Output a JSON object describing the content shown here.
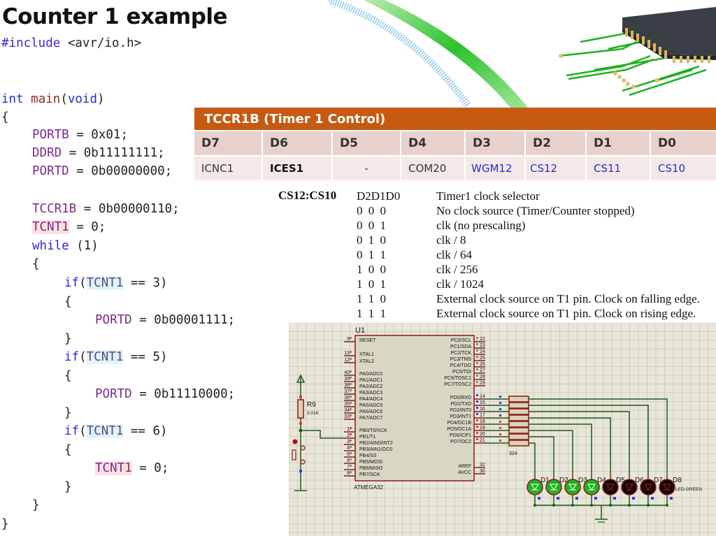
{
  "title": "Counter 1 example",
  "code": {
    "include": "#include",
    "include_file": "<avr/io.h>",
    "main_kw": "int",
    "main_fn": "main",
    "main_args_open": "(",
    "main_void": "void",
    "main_args_close": ")",
    "brace_open": "{",
    "brace_close": "}",
    "portb": "PORTB",
    "portb_val": " = 0x01;",
    "ddrd": "DDRD",
    "ddrd_val": " = 0b11111111;",
    "portd": "PORTD",
    "portd_init": " = 0b00000000;",
    "tccr1b": "TCCR1B",
    "tccr1b_val": " = 0b00000110;",
    "tcnt1": "TCNT1",
    "tcnt1_init": " = 0;",
    "while_kw": "while",
    "while_cond": " (1)",
    "if_kw": "if",
    "paren_open": "(",
    "cond_3": " == 3)",
    "cond_5": " == 5)",
    "cond_6": " == 6)",
    "portd_val_1": " = 0b00001111;",
    "portd_val_2": " = 0b11110000;",
    "tcnt1_reset": " = 0;"
  },
  "register_table": {
    "header": "TCCR1B (Timer 1 Control)",
    "bits": [
      "D7",
      "D6",
      "D5",
      "D4",
      "D3",
      "D2",
      "D1",
      "D0"
    ],
    "names": [
      "ICNC1",
      "ICES1",
      "-",
      "COM20",
      "WGM12",
      "CS12",
      "CS11",
      "CS10"
    ]
  },
  "clock_selector": {
    "label": "CS12:CS10",
    "header_bits": "D2D1D0",
    "header_desc": "Timer1 clock selector",
    "rows": [
      {
        "bits": "0 0 0",
        "desc": "No clock source (Timer/Counter stopped)"
      },
      {
        "bits": "0 0 1",
        "desc": "clk (no prescaling)"
      },
      {
        "bits": "0 1 0",
        "desc": "clk / 8"
      },
      {
        "bits": "0 1 1",
        "desc": "clk / 64"
      },
      {
        "bits": "1 0 0",
        "desc": "clk / 256"
      },
      {
        "bits": "1 0 1",
        "desc": "clk / 1024"
      },
      {
        "bits": "1 1 0",
        "desc": "External clock source on T1 pin. Clock on falling edge."
      },
      {
        "bits": "1 1 1",
        "desc": "External clock source on T1 pin. Clock on rising edge."
      }
    ]
  },
  "schematic": {
    "chip_ref": "U1",
    "chip_name": "ATMEGA32",
    "left_pins": [
      {
        "num": "9",
        "name": "RESET"
      },
      {
        "num": "13",
        "name": "XTAL1"
      },
      {
        "num": "12",
        "name": "XTAL2"
      },
      {
        "num": "40",
        "name": "PA0/ADC0"
      },
      {
        "num": "39",
        "name": "PA1/ADC1"
      },
      {
        "num": "38",
        "name": "PA2/ADC2"
      },
      {
        "num": "37",
        "name": "PA3/ADC3"
      },
      {
        "num": "36",
        "name": "PA4/ADC4"
      },
      {
        "num": "35",
        "name": "PA5/ADC5"
      },
      {
        "num": "34",
        "name": "PA6/ADC6"
      },
      {
        "num": "33",
        "name": "PA7/ADC7"
      },
      {
        "num": "1",
        "name": "PB0/T0/XCK"
      },
      {
        "num": "2",
        "name": "PB1/T1"
      },
      {
        "num": "3",
        "name": "PB2/AIN0/INT2"
      },
      {
        "num": "4",
        "name": "PB3/AIN1/OC0"
      },
      {
        "num": "5",
        "name": "PB4/SS"
      },
      {
        "num": "6",
        "name": "PB5/MOSI"
      },
      {
        "num": "7",
        "name": "PB6/MISO"
      },
      {
        "num": "8",
        "name": "PB7/SCK"
      }
    ],
    "right_pins": [
      {
        "num": "22",
        "name": "PC0/SCL"
      },
      {
        "num": "23",
        "name": "PC1/SDA"
      },
      {
        "num": "24",
        "name": "PC2/TCK"
      },
      {
        "num": "25",
        "name": "PC3/TMS"
      },
      {
        "num": "26",
        "name": "PC4/TDO"
      },
      {
        "num": "27",
        "name": "PC5/TDI"
      },
      {
        "num": "28",
        "name": "PC6/TOSC1"
      },
      {
        "num": "29",
        "name": "PC7/TOSC2"
      },
      {
        "num": "14",
        "name": "PD0/RXD"
      },
      {
        "num": "15",
        "name": "PD1/TXD"
      },
      {
        "num": "16",
        "name": "PD2/INT0"
      },
      {
        "num": "17",
        "name": "PD3/INT1"
      },
      {
        "num": "18",
        "name": "PD4/OC1B"
      },
      {
        "num": "19",
        "name": "PD5/OC1A"
      },
      {
        "num": "20",
        "name": "PD6/ICP1"
      },
      {
        "num": "21",
        "name": "PD7/OC2"
      },
      {
        "num": "32",
        "name": "AREF"
      },
      {
        "num": "30",
        "name": "AVCC"
      }
    ],
    "resistor_ref": "R9",
    "resistor_val": "3.01K",
    "rpack_label": "324",
    "leds": [
      {
        "ref": "D1",
        "on": true
      },
      {
        "ref": "D2",
        "on": true
      },
      {
        "ref": "D3",
        "on": true
      },
      {
        "ref": "D4",
        "on": true
      },
      {
        "ref": "D5",
        "on": false
      },
      {
        "ref": "D6",
        "on": false
      },
      {
        "ref": "D7",
        "on": false
      },
      {
        "ref": "D8",
        "on": false
      }
    ],
    "led_type": "LED-GREEN",
    "colors": {
      "grid_bg": "#e8e6d8",
      "chip_fill": "#d9d6c4",
      "outline": "#8b1a1a",
      "wire": "#1e5a1e",
      "led_on": "#22b022",
      "led_off": "#150505"
    }
  },
  "colors": {
    "header_bg": "#c55a11",
    "bits_bg": "#e8d1cd",
    "names_bg": "#f4e9e7",
    "keyword_blue": "#2a2ad0"
  }
}
